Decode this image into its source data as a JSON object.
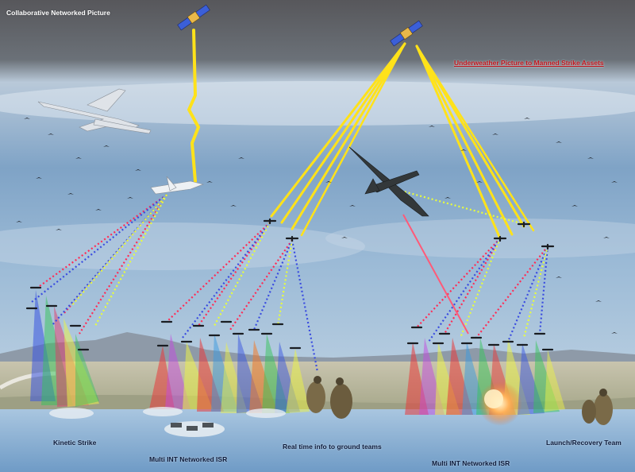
{
  "labels": {
    "title": "Collaborative Networked Picture",
    "underweather": "Underweather Picture to Manned Strike Assets",
    "kinetic": "Kinetic Strike",
    "isr_left": "Multi INT Networked ISR",
    "realtime": "Real time info to ground teams",
    "isr_right": "Multi INT Networked ISR",
    "launch": "Launch/Recovery Team"
  },
  "icons": [
    "satellite-icon",
    "transport-aircraft-icon",
    "motherships-aircraft-icon",
    "attack-aircraft-icon",
    "uav-swarm-icon",
    "ground-team-icon",
    "explosion-icon"
  ],
  "colors": {
    "sky_top": "#56565a",
    "sky_mid": "#9db8d4",
    "sea": "#8fb7d9",
    "link_yellow": "#ffe21a",
    "link_red": "#ff2b55",
    "link_blue": "#3a4ce0"
  }
}
